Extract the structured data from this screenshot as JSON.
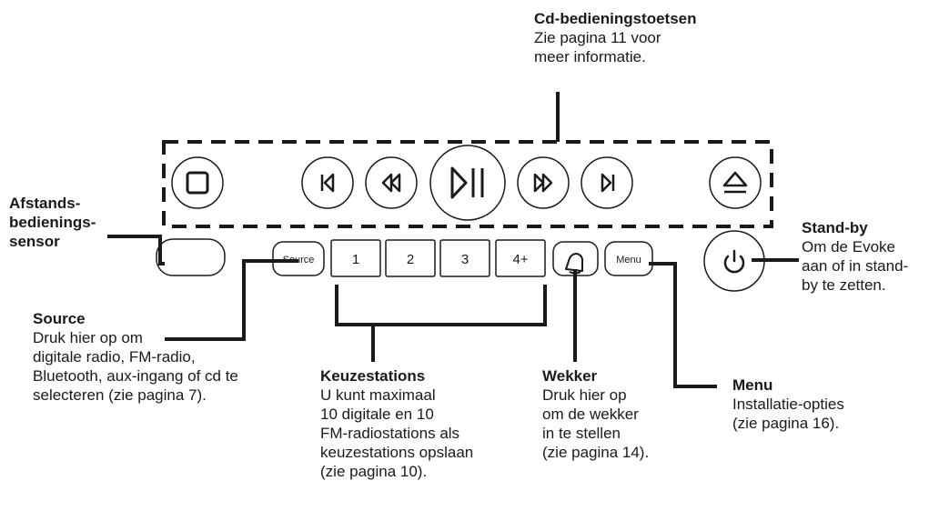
{
  "labels": {
    "cd": {
      "title": "Cd-bedieningstoetsen",
      "desc": "Zie pagina 11 voor\nmeer informatie."
    },
    "sensor": {
      "title": "Afstands-\nbedienings-\nsensor"
    },
    "standby": {
      "title": "Stand-by",
      "desc": "Om de Evoke\naan of in stand-\nby te zetten."
    },
    "source": {
      "title": "Source",
      "desc": "Druk hier op om\ndigitale radio, FM-radio,\nBluetooth, aux-ingang of cd te\nselecteren (zie pagina 7)."
    },
    "presets": {
      "title": "Keuzestations",
      "desc": "U kunt maximaal\n10 digitale en 10\nFM-radiostations als\nkeuzestations opslaan\n(zie pagina 10)."
    },
    "alarm": {
      "title": "Wekker",
      "desc": "Druk hier op\nom de wekker\nin te stellen\n(zie pagina 14)."
    },
    "menu": {
      "title": "Menu",
      "desc": "Installatie-opties\n(zie pagina 16)."
    }
  },
  "buttons": {
    "source": "Source",
    "preset_1": "1",
    "preset_2": "2",
    "preset_3": "3",
    "preset_4": "4+",
    "menu": "Menu"
  },
  "icons": [
    "stop-icon",
    "skip-back-icon",
    "rewind-icon",
    "play-pause-icon",
    "fast-forward-icon",
    "skip-forward-icon",
    "eject-icon",
    "bell-icon",
    "power-icon"
  ],
  "colors": {
    "ink": "#1a1a1a",
    "background": "#ffffff"
  }
}
